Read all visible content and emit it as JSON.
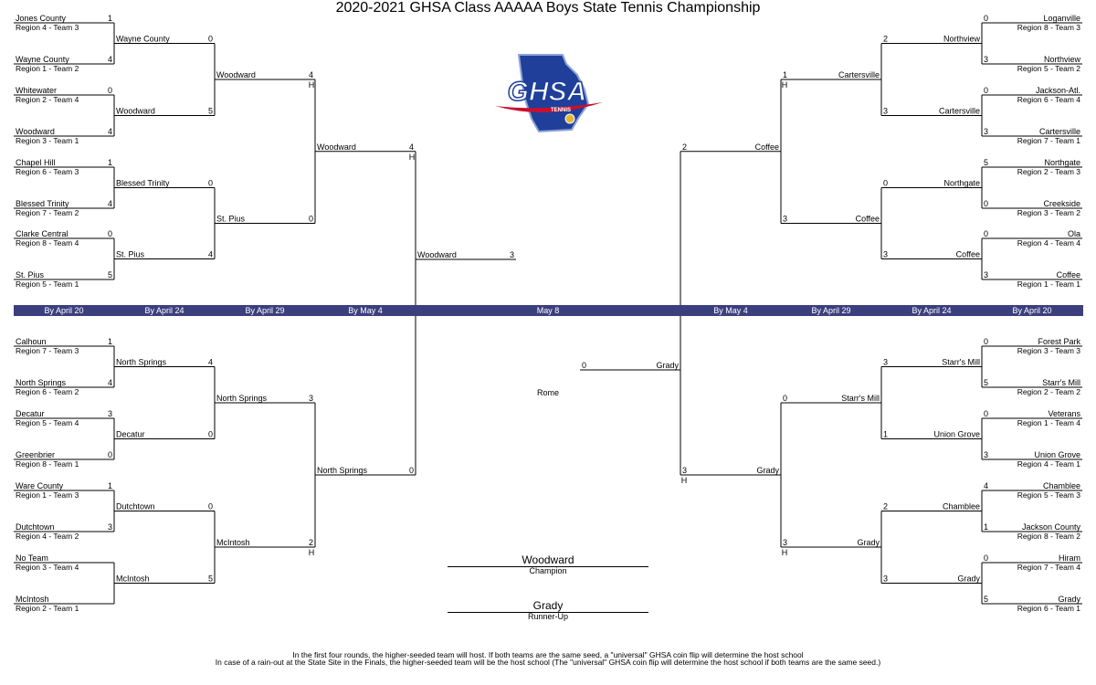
{
  "title": "2020-2021 GHSA Class AAAAA Boys State Tennis Championship",
  "logo_text": "GHSA",
  "logo_subtext": "TENNIS",
  "colors": {
    "band": "#3c3f7d",
    "logo_blue": "#1f3f9a",
    "logo_red": "#c8102e",
    "logo_gold": "#e0b93b"
  },
  "dates": [
    "By April 20",
    "By April 24",
    "By April 29",
    "By May 4",
    "May 8",
    "By May 4",
    "By April 29",
    "By April 24",
    "By April 20"
  ],
  "site_label": "Rome",
  "chart_data": {
    "type": "bracket",
    "rounds": [
      "By April 20",
      "By April 24",
      "By April 29",
      "By May 4",
      "May 8"
    ],
    "first_round_left": [
      {
        "team": "Jones County",
        "seed": "Region 4 - Team 3",
        "score": "1"
      },
      {
        "team": "Wayne County",
        "seed": "Region 1 - Team 2",
        "score": "4"
      },
      {
        "team": "Whitewater",
        "seed": "Region 2 - Team 4",
        "score": "0"
      },
      {
        "team": "Woodward",
        "seed": "Region 3 - Team 1",
        "score": "4"
      },
      {
        "team": "Chapel Hill",
        "seed": "Region 6 - Team 3",
        "score": "1"
      },
      {
        "team": "Blessed Trinity",
        "seed": "Region 7 - Team 2",
        "score": "4"
      },
      {
        "team": "Clarke Central",
        "seed": "Region 8 - Team 4",
        "score": "0"
      },
      {
        "team": "St. Pius",
        "seed": "Region 5 - Team 1",
        "score": "5"
      },
      {
        "team": "Calhoun",
        "seed": "Region 7 - Team 3",
        "score": "1"
      },
      {
        "team": "North Springs",
        "seed": "Region 6 - Team 2",
        "score": "4"
      },
      {
        "team": "Decatur",
        "seed": "Region 5 - Team 4",
        "score": "3"
      },
      {
        "team": "Greenbrier",
        "seed": "Region 8 - Team 1",
        "score": "0"
      },
      {
        "team": "Ware County",
        "seed": "Region 1 - Team 3",
        "score": "1"
      },
      {
        "team": "Dutchtown",
        "seed": "Region 4 - Team 2",
        "score": "3"
      },
      {
        "team": "No Team",
        "seed": "Region 3 - Team 4",
        "score": ""
      },
      {
        "team": "McIntosh",
        "seed": "Region 2 - Team 1",
        "score": ""
      }
    ],
    "first_round_right": [
      {
        "team": "Loganville",
        "seed": "Region 8 - Team 3",
        "score": "0"
      },
      {
        "team": "Northview",
        "seed": "Region 5 - Team 2",
        "score": "3"
      },
      {
        "team": "Jackson-Atl.",
        "seed": "Region  6 - Team 4",
        "score": "0"
      },
      {
        "team": "Cartersville",
        "seed": "Region 7 - Team 1",
        "score": "3"
      },
      {
        "team": "Northgate",
        "seed": "Region 2 - Team 3",
        "score": "5"
      },
      {
        "team": "Creekside",
        "seed": "Region 3 - Team 2",
        "score": "0"
      },
      {
        "team": "Ola",
        "seed": "Region 4 - Team 4",
        "score": "0"
      },
      {
        "team": "Coffee",
        "seed": "Region 1 - Team 1",
        "score": "3"
      },
      {
        "team": "Forest Park",
        "seed": "Region 3 - Team 3",
        "score": "0"
      },
      {
        "team": "Starr's Mill",
        "seed": "Region 2 - Team 2",
        "score": "5"
      },
      {
        "team": "Veterans",
        "seed": "Region 1 - Team 4",
        "score": "0"
      },
      {
        "team": "Union Grove",
        "seed": "Region 4 - Team 1",
        "score": "3"
      },
      {
        "team": "Chamblee",
        "seed": "Region 5 - Team 3",
        "score": "4"
      },
      {
        "team": "Jackson County",
        "seed": "Region 8 - Team 2",
        "score": "1"
      },
      {
        "team": "Hiram",
        "seed": "Region 7 - Team 4",
        "score": "0"
      },
      {
        "team": "Grady",
        "seed": "Region 6 - Team 1",
        "score": "5"
      }
    ],
    "second_round_left": [
      {
        "team": "Wayne County",
        "score": "0",
        "host": ""
      },
      {
        "team": "Woodward",
        "score": "5",
        "host": ""
      },
      {
        "team": "Blessed Trinity",
        "score": "0",
        "host": ""
      },
      {
        "team": "St. Pius",
        "score": "4",
        "host": ""
      },
      {
        "team": "North Springs",
        "score": "4",
        "host": ""
      },
      {
        "team": "Decatur",
        "score": "0",
        "host": ""
      },
      {
        "team": "Dutchtown",
        "score": "0",
        "host": ""
      },
      {
        "team": "McIntosh",
        "score": "5",
        "host": ""
      }
    ],
    "second_round_right": [
      {
        "team": "Northview",
        "score": "2",
        "host": ""
      },
      {
        "team": "Cartersville",
        "score": "3",
        "host": ""
      },
      {
        "team": "Northgate",
        "score": "0",
        "host": ""
      },
      {
        "team": "Coffee",
        "score": "3",
        "host": ""
      },
      {
        "team": "Starr's Mill",
        "score": "3",
        "host": ""
      },
      {
        "team": "Union Grove",
        "score": "1",
        "host": ""
      },
      {
        "team": "Chamblee",
        "score": "2",
        "host": ""
      },
      {
        "team": "Grady",
        "score": "3",
        "host": ""
      }
    ],
    "quarterfinals_left": [
      {
        "team": "Woodward",
        "score": "4",
        "host": "H"
      },
      {
        "team": "St. Pius",
        "score": "0",
        "host": ""
      },
      {
        "team": "North Springs",
        "score": "3",
        "host": ""
      },
      {
        "team": "McIntosh",
        "score": "2",
        "host": "H"
      }
    ],
    "quarterfinals_right": [
      {
        "team": "Cartersville",
        "score": "1",
        "host": "H"
      },
      {
        "team": "Coffee",
        "score": "3",
        "host": ""
      },
      {
        "team": "Starr's Mill",
        "score": "0",
        "host": ""
      },
      {
        "team": "Grady",
        "score": "3",
        "host": "H"
      }
    ],
    "semifinals_left": [
      {
        "team": "Woodward",
        "score": "4",
        "host": "H"
      },
      {
        "team": "North Springs",
        "score": "0",
        "host": ""
      }
    ],
    "semifinals_right": [
      {
        "team": "Coffee",
        "score": "2",
        "host": ""
      },
      {
        "team": "Grady",
        "score": "3",
        "host": "H"
      }
    ],
    "finals": [
      {
        "team": "Woodward",
        "score": "3"
      },
      {
        "team": "Grady",
        "score": "0"
      }
    ],
    "champion": {
      "team": "Woodward",
      "label": "Champion"
    },
    "runner_up": {
      "team": "Grady",
      "label": "Runner-Up"
    }
  },
  "notes": [
    "In the first four rounds, the higher-seeded team will host.  If both teams are the same seed, a \"universal\" GHSA coin flip will determine the host school",
    "In case of a rain-out at the State Site in the Finals, the higher-seeded team will be the host school (The \"universal\" GHSA coin flip will determine the host school if both teams are the same seed.)"
  ]
}
